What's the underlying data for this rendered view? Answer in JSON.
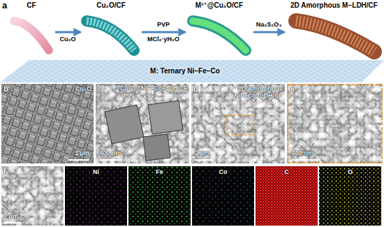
{
  "diagram": {
    "nodes": [
      {
        "text": [
          "CF"
        ]
      },
      {
        "text": [
          "Cu₂O/CF"
        ]
      },
      {
        "text": [
          "M²⁺@Cu₂O/CF"
        ]
      },
      {
        "text": [
          "2D Amorphous M−LDH/CF"
        ]
      }
    ],
    "edges": [
      {
        "from": 0,
        "to": 1,
        "arrow": "to",
        "label": "Cu₂O"
      },
      {
        "from": 1,
        "to": 2,
        "arrow": "to",
        "label": "PVP"
      },
      {
        "from": 2,
        "to": 3,
        "arrow": "to",
        "label": "Na₂S₂O₃"
      }
    ],
    "labels": [
      "a",
      "M: Ternary Ni−Fe−Co",
      "MCl₂·yH₂O",
      "b",
      "Cu₂O",
      "1 μm",
      "c",
      "Cu₂O@NiFeCo−LDH/CF",
      "400 nm",
      "d",
      "2D Amorphous NiFeCo−LDH/CF",
      "2 μm",
      "e",
      "400 nm",
      "f",
      "2 μm",
      "Ni",
      "Fe",
      "Co",
      "C",
      "O"
    ]
  }
}
